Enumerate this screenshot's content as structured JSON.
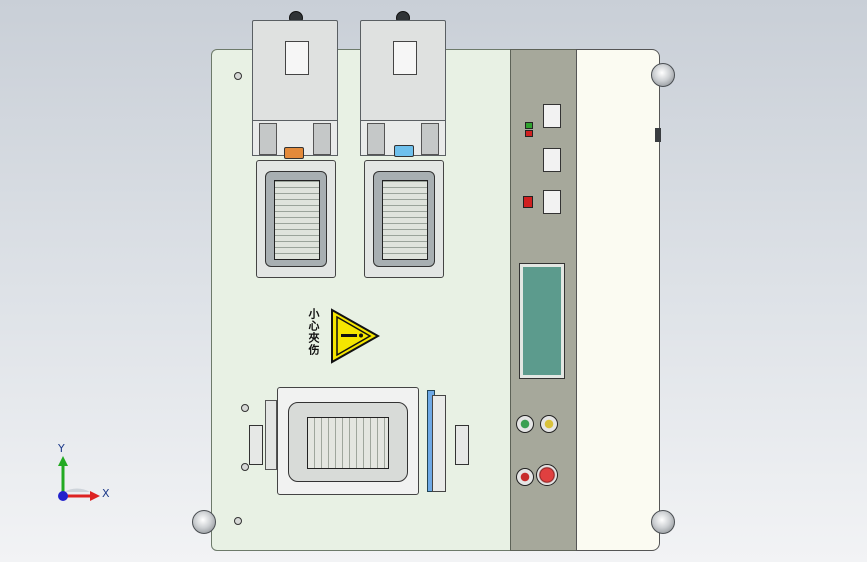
{
  "warning": {
    "text": "小心夾伤"
  },
  "axes": {
    "x_label": "X",
    "y_label": "Y"
  },
  "colors": {
    "plate": "#e8f1e4",
    "control_panel": "#a6a89b",
    "lcd": "#5c9b8d",
    "warning_yellow": "#f5e600",
    "led_green": "#2fa12f",
    "led_red": "#d02020",
    "connector_orange": "#e38a3a",
    "connector_blue": "#6ec0ec",
    "button_green": "#3aa052",
    "button_yellow": "#d9c23b",
    "button_red": "#c72c2c",
    "axis_x": "#d22",
    "axis_y": "#2a2",
    "axis_z": "#22c"
  },
  "icons": [
    "warning-triangle-icon",
    "axis-triad-icon"
  ]
}
